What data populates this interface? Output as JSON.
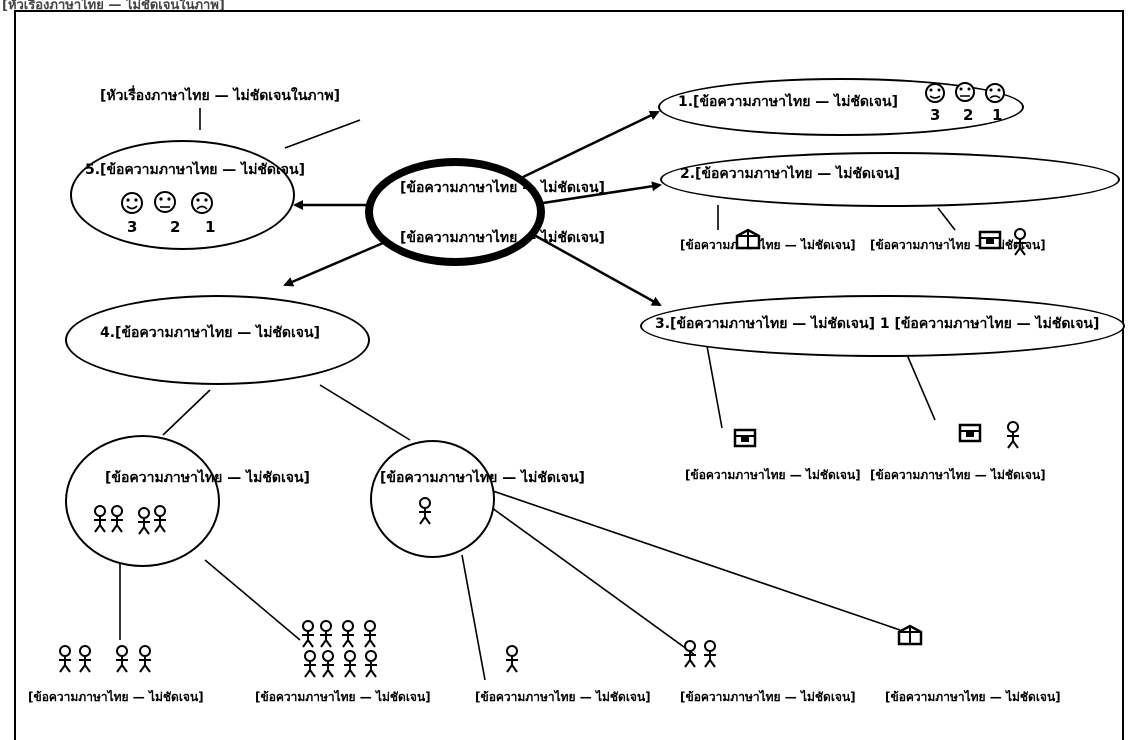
{
  "header": "[หัวเรื่องภาษาไทย — ไม่ชัดเจนในภาพ]",
  "center_node": {
    "line1": "[ข้อความภาษาไทย — ไม่ชัดเจน]",
    "line2": "[ข้อความภาษาไทย — ไม่ชัดเจน]"
  },
  "steps": {
    "step1": "1.[ข้อความภาษาไทย — ไม่ชัดเจน]",
    "step2": "2.[ข้อความภาษาไทย — ไม่ชัดเจน]",
    "step3": "3.[ข้อความภาษาไทย — ไม่ชัดเจน] 1 [ข้อความภาษาไทย — ไม่ชัดเจน]",
    "step4": "4.[ข้อความภาษาไทย — ไม่ชัดเจน]",
    "step5": "5.[ข้อความภาษาไทย — ไม่ชัดเจน]"
  },
  "rating_numbers": {
    "step1": [
      "3",
      "2",
      "1"
    ],
    "step5": [
      "3",
      "2",
      "1"
    ]
  },
  "labels": {
    "group": "[ข้อความภาษาไทย — ไม่ชัดเจน]",
    "individual": "[ข้อความภาษาไทย — ไม่ชัดเจน]",
    "group_members": "[ข้อความภาษาไทย — ไม่ชัดเจน]",
    "other_groups": "[ข้อความภาษาไทย — ไม่ชัดเจน]",
    "self": "[ข้อความภาษาไทย — ไม่ชัดเจน]",
    "friend": "[ข้อความภาษาไทย — ไม่ชัดเจน]",
    "parent": "[ข้อความภาษาไทย — ไม่ชัดเจน]"
  },
  "icons": [
    "folder-icon",
    "person-icon",
    "smiley-face-icon",
    "neutral-face-icon",
    "sad-face-icon",
    "box-icon"
  ]
}
